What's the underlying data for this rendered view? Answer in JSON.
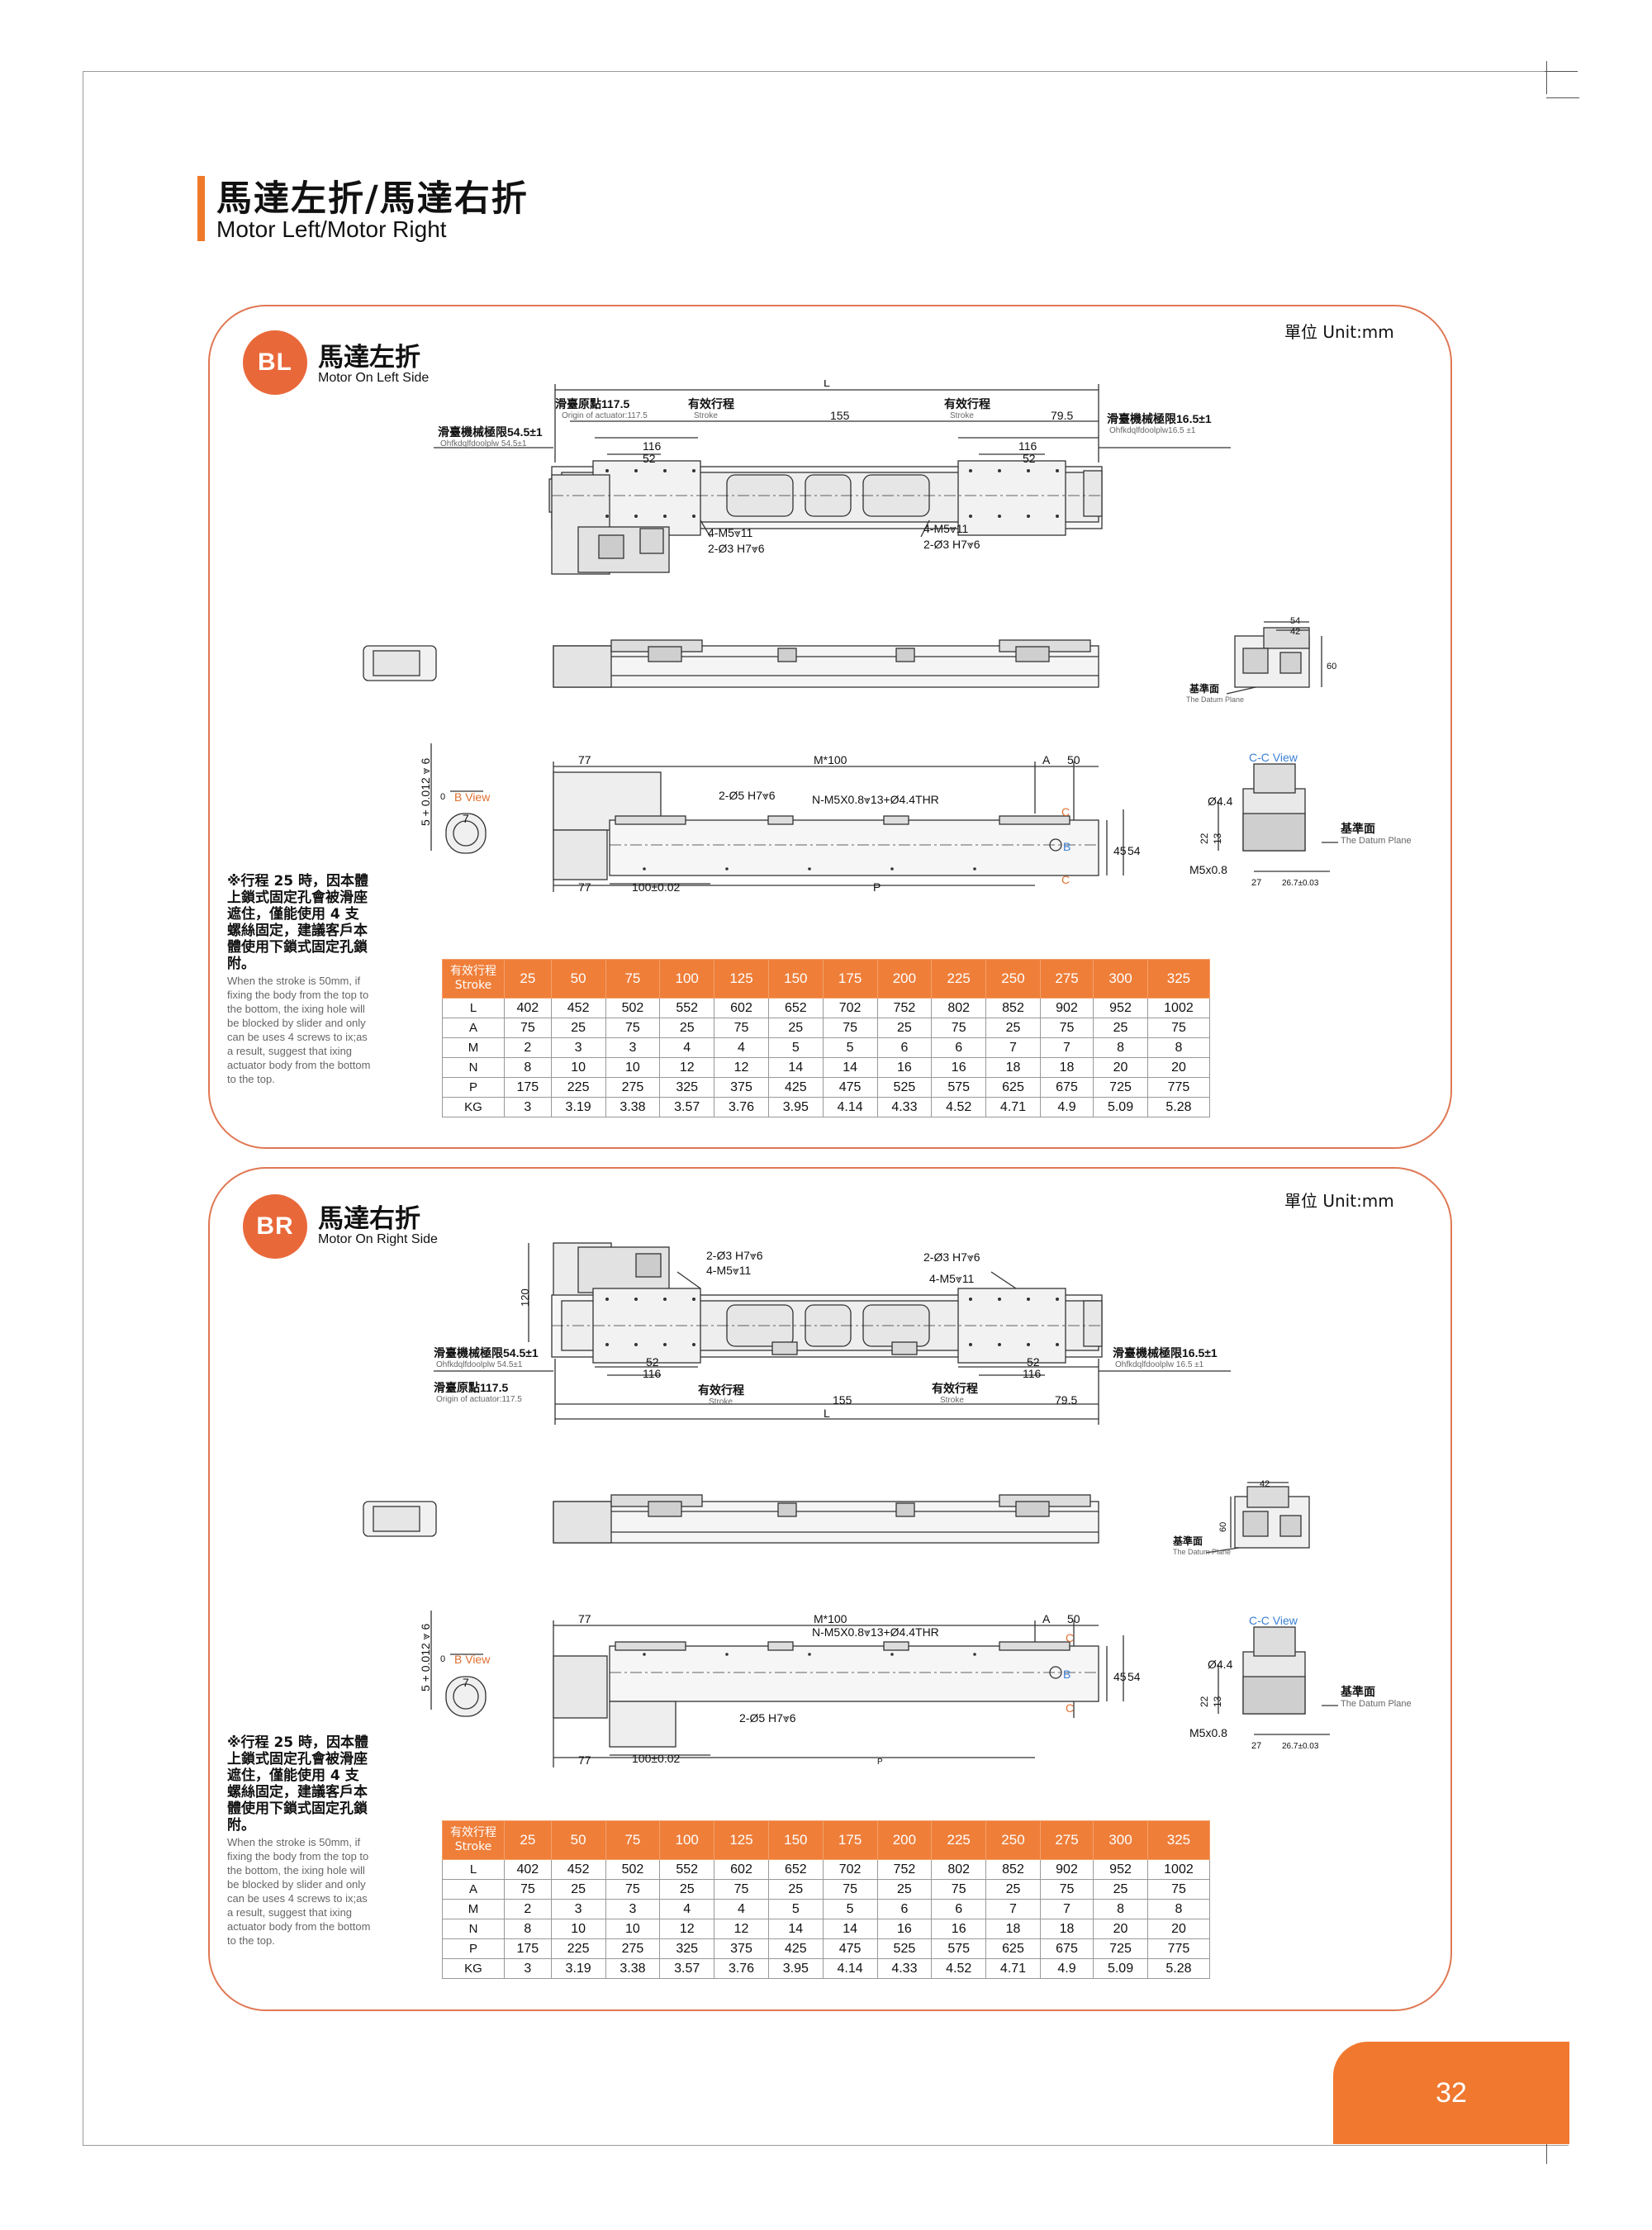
{
  "page": {
    "title_zh": "馬達左折/馬達右折",
    "title_en": "Motor Left/Motor Right",
    "page_number": "32"
  },
  "sections": [
    {
      "badge": "BL",
      "title_zh": "馬達左折",
      "title_en": "Motor On Left Side",
      "unit": "單位 Unit:mm",
      "labels": {
        "origin_zh": "滑臺原點117.5",
        "origin_en": "Origin of actuator:117.5",
        "stroke_zh": "有效行程",
        "stroke_en": "Stroke",
        "mech_left_zh": "滑臺機械極限54.5±1",
        "mech_left_en": "Ohfkdqlfdoolplw 54.5±1",
        "mech_right_zh": "滑臺機械極限16.5±1",
        "mech_right_en": "Ohfkdqlfdoolplw16.5 ±1",
        "dim_L": "L",
        "dim_155": "155",
        "dim_79_5": "79.5",
        "dim_116": "116",
        "dim_52": "52",
        "hole_m5": "4-M5⩔11",
        "hole_o3": "2-Ø3 H7⩔6",
        "dim_54": "54",
        "dim_42": "42",
        "dim_60": "60",
        "datum_zh": "基準面",
        "datum_en": "The Datum Plane",
        "tol": "5 + 0.012 ⩔ 6",
        "tol0": "0",
        "bview": "B  View",
        "dim_7": "7",
        "dim_77": "77",
        "dim_M100": "M*100",
        "dim_A": "A",
        "dim_50": "50",
        "hole_o5": "2-Ø5 H7⩔6",
        "thread": "N-M5X0.8⩔13+Ø4.4THR",
        "mark_C": "C",
        "mark_B": "B",
        "dim_45": "45",
        "dim_100": "100±0.02",
        "dim_P": "P",
        "ccview": "C-C View",
        "dia44": "Ø4.4",
        "dim_22": "22",
        "dim_13": "13",
        "m5x08": "M5x0.8",
        "dim_27": "27",
        "dim_267": "26.7±0.03"
      },
      "note_zh": "※行程 25 時，因本體上鎖式固定孔會被滑座遮住，僅能使用 4 支螺絲固定，建議客戶本體使用下鎖式固定孔鎖附。",
      "note_en": "When the stroke is 50mm, if fixing the body from the top to the bottom, the ixing hole will be blocked by slider and only can be uses 4 screws to ix;as a result, suggest that ixing actuator body from the bottom to the top."
    },
    {
      "badge": "BR",
      "title_zh": "馬達右折",
      "title_en": "Motor On Right Side",
      "unit": "單位 Unit:mm",
      "labels": {
        "origin_zh": "滑臺原點117.5",
        "origin_en": "Origin of actuator:117.5",
        "stroke_zh": "有效行程",
        "stroke_en": "Stroke",
        "mech_left_zh": "滑臺機械極限54.5±1",
        "mech_left_en": "Ohfkdqlfdoolplw 54.5±1",
        "mech_right_zh": "滑臺機械極限16.5±1",
        "mech_right_en": "Ohfkdqlfdoolplw 16.5 ±1",
        "dim_L": "L",
        "dim_155": "155",
        "dim_79_5": "79.5",
        "dim_116": "116",
        "dim_52": "52",
        "dim_120": "120",
        "hole_m5": "4-M5⩔11",
        "hole_o3": "2-Ø3 H7⩔6",
        "dim_42": "42",
        "dim_60": "60",
        "datum_zh": "基準面",
        "datum_en": "The Datum Plane",
        "tol": "5 + 0.012 ⩔ 6",
        "tol0": "0",
        "bview": "B  View",
        "dim_7": "7",
        "dim_77": "77",
        "dim_M100": "M*100",
        "dim_A": "A",
        "dim_50": "50",
        "hole_o5": "2-Ø5 H7⩔6",
        "thread": "N-M5X0.8⩔13+Ø4.4THR",
        "mark_C": "C",
        "mark_B": "B",
        "dim_45": "45",
        "dim_54": "54",
        "dim_100": "100±0.02",
        "dim_P": "P",
        "ccview": "C-C View",
        "dia44": "Ø4.4",
        "dim_22": "22",
        "dim_13": "13",
        "m5x08": "M5x0.8",
        "dim_27": "27",
        "dim_267": "26.7±0.03"
      },
      "note_zh": "※行程 25 時，因本體上鎖式固定孔會被滑座遮住，僅能使用 4 支螺絲固定，建議客戶本體使用下鎖式固定孔鎖附。",
      "note_en": "When the stroke is 50mm, if fixing the body from the top to the bottom, the ixing hole will be blocked by slider and only can be uses 4 screws to ix;as a result, suggest that ixing actuator body from the bottom to the top."
    }
  ],
  "chart_data": {
    "type": "table",
    "header_zh": "有效行程",
    "header_en": "Stroke",
    "columns": [
      "25",
      "50",
      "75",
      "100",
      "125",
      "150",
      "175",
      "200",
      "225",
      "250",
      "275",
      "300",
      "325"
    ],
    "rows": [
      {
        "label": "L",
        "values": [
          "402",
          "452",
          "502",
          "552",
          "602",
          "652",
          "702",
          "752",
          "802",
          "852",
          "902",
          "952",
          "1002"
        ]
      },
      {
        "label": "A",
        "values": [
          "75",
          "25",
          "75",
          "25",
          "75",
          "25",
          "75",
          "25",
          "75",
          "25",
          "75",
          "25",
          "75"
        ]
      },
      {
        "label": "M",
        "values": [
          "2",
          "3",
          "3",
          "4",
          "4",
          "5",
          "5",
          "6",
          "6",
          "7",
          "7",
          "8",
          "8"
        ]
      },
      {
        "label": "N",
        "values": [
          "8",
          "10",
          "10",
          "12",
          "12",
          "14",
          "14",
          "16",
          "16",
          "18",
          "18",
          "20",
          "20"
        ]
      },
      {
        "label": "P",
        "values": [
          "175",
          "225",
          "275",
          "325",
          "375",
          "425",
          "475",
          "525",
          "575",
          "625",
          "675",
          "725",
          "775"
        ]
      },
      {
        "label": "KG",
        "values": [
          "3",
          "3.19",
          "3.38",
          "3.57",
          "3.76",
          "3.95",
          "4.14",
          "4.33",
          "4.52",
          "4.71",
          "4.9",
          "5.09",
          "5.28"
        ]
      }
    ]
  }
}
